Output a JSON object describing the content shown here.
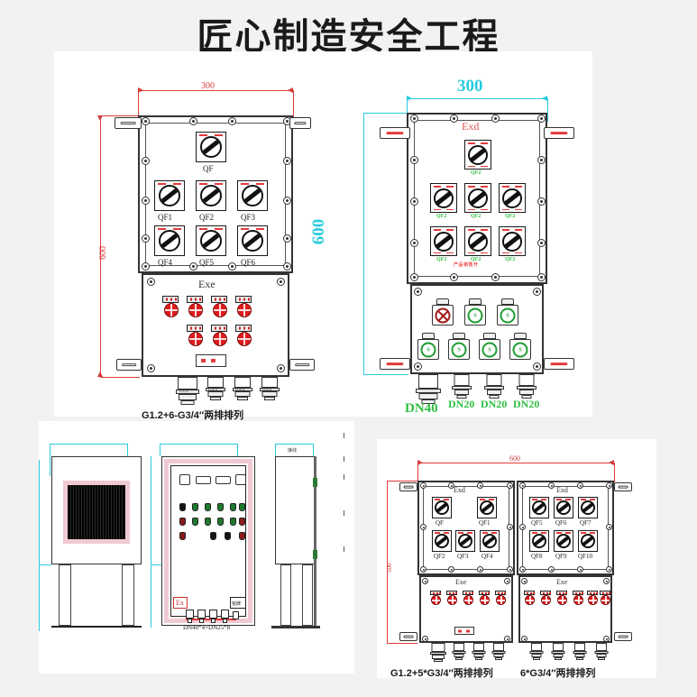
{
  "page": {
    "title": "匠心制造安全工程",
    "background_color": "#f2f2f2",
    "sheet_color": "#ffffff"
  },
  "colors": {
    "dimension_red": "#d43b3b",
    "dimension_cyan": "#29ccdd",
    "exd_red": "#e15555",
    "green_label": "#2fbf41",
    "lamp_red": "#e01b1b",
    "socket_green": "#1f9d33",
    "socket_red": "#a31818",
    "gasket_pink": "#f0c9d2"
  },
  "figures": {
    "top_left": {
      "name": "BXMD explosion-proof distribution box front view",
      "dim_width": "300",
      "dim_height": "600",
      "upper_compartment_label": "",
      "lower_compartment_label": "Exe",
      "main_switch": {
        "label": "QF"
      },
      "switch_rows": [
        [
          "QF1",
          "QF2",
          "QF3"
        ],
        [
          "QF4",
          "QF5",
          "QF6"
        ]
      ],
      "lamp_rows": [
        4,
        3
      ],
      "glands": [
        "G1.2\"",
        "G3/4\"",
        "G3/4\"",
        "G3/4\""
      ],
      "caption": "G1.2+6-G3/4″两排排列"
    },
    "top_right": {
      "name": "BXMD explosion-proof box with sockets front view",
      "dim_width": "300",
      "dim_height": "600",
      "upper_compartment_label": "Exd",
      "watermark": "产品销售开",
      "main_switch": {
        "label": "QF2"
      },
      "switch_rows": [
        [
          "QF2",
          "QF2",
          "QF2"
        ],
        [
          "QF2",
          "QF2",
          "QF2"
        ]
      ],
      "socket_rows": [
        [
          {
            "type": "red",
            "label": ""
          },
          {
            "type": "green",
            "label": ""
          },
          {
            "type": "green",
            "label": ""
          }
        ],
        [
          {
            "type": "green",
            "label": ""
          },
          {
            "type": "green",
            "label": ""
          },
          {
            "type": "green",
            "label": ""
          },
          {
            "type": "green",
            "label": ""
          }
        ]
      ],
      "gland_labels": [
        "DN40",
        "DN20",
        "DN20",
        "DN20"
      ]
    },
    "bottom_left": {
      "name": "floor-standing cabinet three views",
      "views": [
        "left side view",
        "front view",
        "right side view"
      ],
      "front": {
        "ex_mark": "Ex",
        "nameplate": "铭牌",
        "window_buttons": 4,
        "pilot_rows": [
          6,
          6,
          4
        ],
        "caption": "DN40*4+DN25*8"
      },
      "side_label": "接线"
    },
    "bottom_right": {
      "name": "double enclosure distribution box front view",
      "dim_width": "600",
      "dim_height": "500",
      "left_unit": {
        "upper_label": "Exd",
        "lower_label": "Exe",
        "switch_rows": [
          [
            "QF",
            "QF1"
          ],
          [
            "QF2",
            "QF3",
            "QF4"
          ]
        ],
        "lamp_count": 5,
        "glands": 4,
        "caption": "G1.2+5*G3/4″两排排列"
      },
      "right_unit": {
        "upper_label": "Exd",
        "lower_label": "Exe",
        "switch_rows": [
          [
            "QF5",
            "QF6",
            "QF7"
          ],
          [
            "QF8",
            "QF9",
            "QF10"
          ]
        ],
        "lamp_count": 6,
        "glands": 4,
        "caption": "6*G3/4″两排排列"
      }
    }
  }
}
